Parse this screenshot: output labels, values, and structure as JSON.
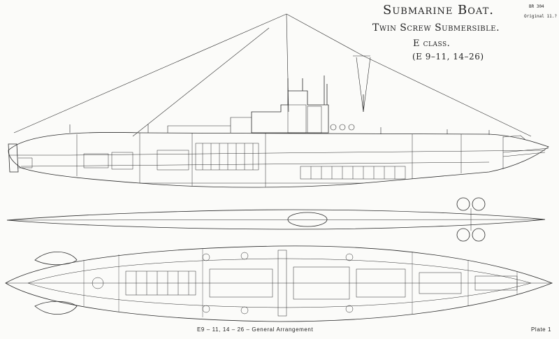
{
  "title": {
    "line1": "Submarine Boat.",
    "line2": "Twin Screw Submersible.",
    "line3": "E class.",
    "line4": "(E 9–11, 14–26)"
  },
  "reference": {
    "code": "BR 304",
    "note": "Original 11.?"
  },
  "caption": "E9 – 11, 14 – 26 – General Arrangement",
  "plate": "Plate 1"
}
